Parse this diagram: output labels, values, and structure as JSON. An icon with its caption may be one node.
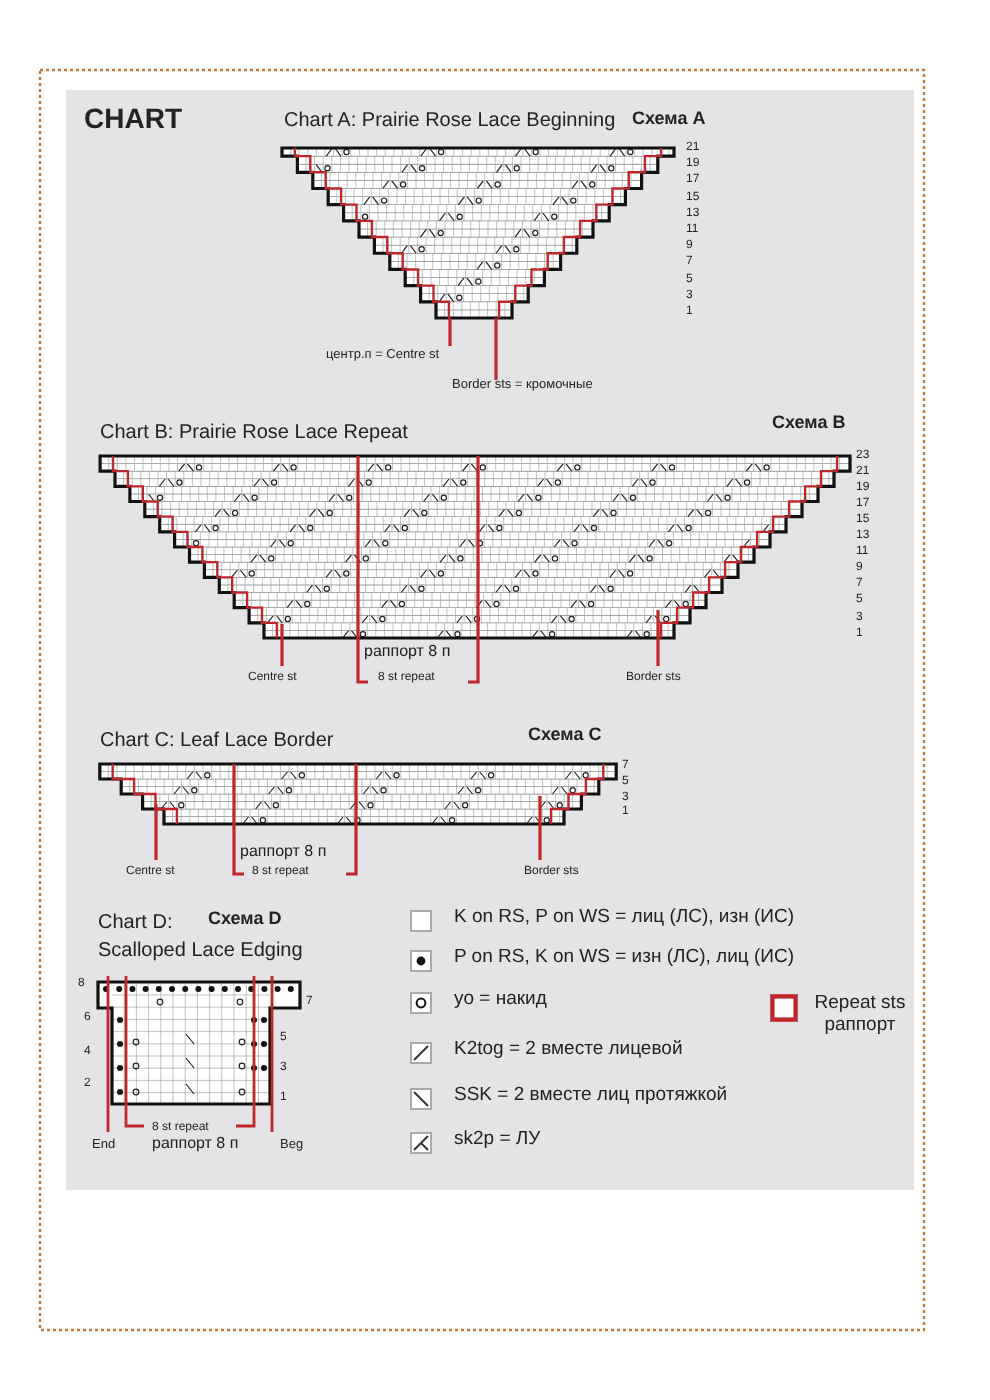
{
  "diagram": {
    "title": "CHART",
    "labels": [
      "Chart A: Prairie Rose Lace Beginning",
      "Схема A",
      "21",
      "19",
      "17",
      "15",
      "13",
      "11",
      "9",
      "7",
      "5",
      "3",
      "1",
      "центр.п = Centre st",
      "Border sts = кромочные",
      "Chart B: Prairie Rose Lace Repeat",
      "Схема B",
      "23",
      "21",
      "19",
      "17",
      "15",
      "13",
      "11",
      "9",
      "7",
      "5",
      "3",
      "1",
      "раппорт 8 п",
      "Centre st",
      "8 st repeat",
      "Border sts",
      "Chart C: Leaf Lace Border",
      "Схема C",
      "7",
      "5",
      "3",
      "1",
      "раппорт 8 п",
      "Centre st",
      "8 st repeat",
      "Border sts",
      "Chart D:",
      "Схема D",
      "Scalloped Lace Edging",
      "8",
      "6",
      "4",
      "2",
      "7",
      "5",
      "3",
      "1",
      "8 st repeat",
      "End",
      "раппорт 8 п",
      "Beg"
    ],
    "legend": [
      {
        "text": "K on RS, P on WS = лиц (ЛС), изн (ИС)"
      },
      {
        "text": "P on RS, K on WS = изн (ЛС), лиц (ИС)"
      },
      {
        "text": "yo = накид"
      },
      {
        "text": "K2tog = 2 вместе лицевой"
      },
      {
        "text": "SSK = 2 вместе лиц протяжкой"
      },
      {
        "text": "sk2p = ЛУ"
      },
      {
        "text": "Repeat sts раппорт"
      }
    ]
  }
}
